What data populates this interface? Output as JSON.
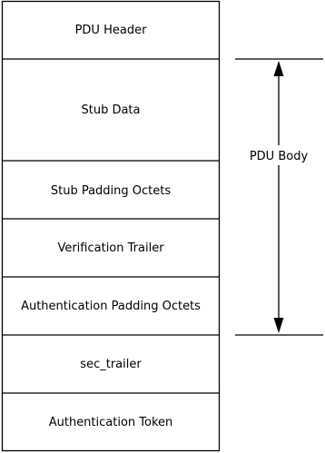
{
  "segments": [
    {
      "id": "pdu-header",
      "label": "PDU Header"
    },
    {
      "id": "stub-data",
      "label": "Stub Data"
    },
    {
      "id": "stub-padding-octets",
      "label": "Stub Padding Octets"
    },
    {
      "id": "verification-trailer",
      "label": "Verification Trailer"
    },
    {
      "id": "authentication-padding-octets",
      "label": "Authentication Padding Octets"
    },
    {
      "id": "sec-trailer",
      "label": "sec_trailer"
    },
    {
      "id": "authentication-token",
      "label": "Authentication Token"
    }
  ],
  "bracket": {
    "label": "PDU Body",
    "spans_from": "stub-data",
    "spans_to": "authentication-padding-octets"
  },
  "colors": {
    "stroke": "#000000",
    "background": "#ffffff"
  }
}
